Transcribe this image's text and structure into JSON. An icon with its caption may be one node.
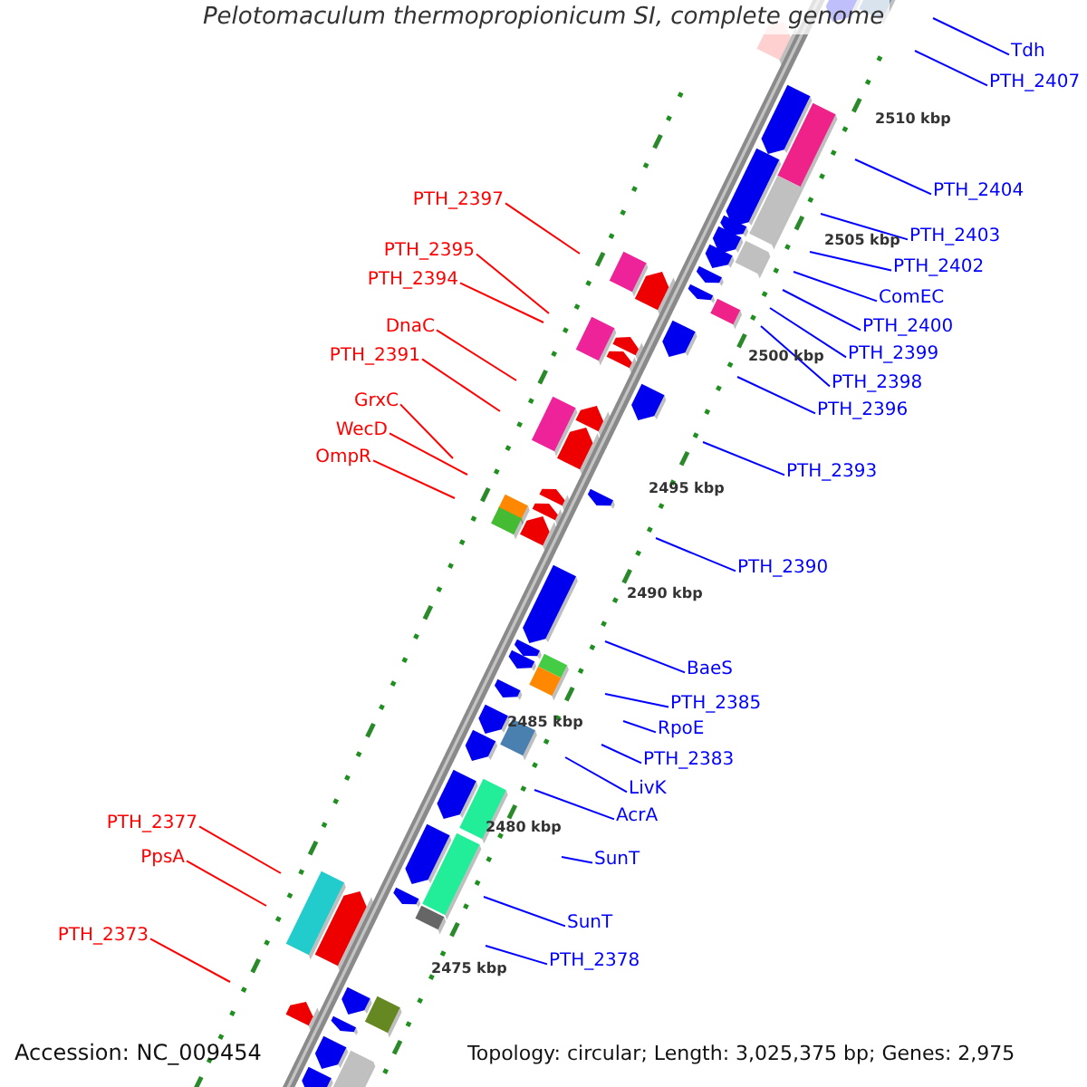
{
  "diagram": {
    "title": "Pelotomaculum thermopropionicum SI, complete genome",
    "nodes": [
      {
        "text": [
          "PTH_2397"
        ]
      },
      {
        "text": [
          "PTH_2395"
        ]
      },
      {
        "text": [
          "PTH_2394"
        ]
      },
      {
        "text": [
          "DnaC"
        ]
      },
      {
        "text": [
          "PTH_2391"
        ]
      },
      {
        "text": [
          "GrxC"
        ]
      },
      {
        "text": [
          "WecD"
        ]
      },
      {
        "text": [
          "OmpR"
        ]
      },
      {
        "text": [
          "PTH_2377"
        ]
      },
      {
        "text": [
          "PpsA"
        ]
      },
      {
        "text": [
          "PTH_2373"
        ]
      },
      {
        "text": [
          "Tdh"
        ]
      },
      {
        "text": [
          "PTH_2407"
        ]
      },
      {
        "text": [
          "PTH_2404"
        ]
      },
      {
        "text": [
          "PTH_2403"
        ]
      },
      {
        "text": [
          "PTH_2402"
        ]
      },
      {
        "text": [
          "ComEC"
        ]
      },
      {
        "text": [
          "PTH_2400"
        ]
      },
      {
        "text": [
          "PTH_2399"
        ]
      },
      {
        "text": [
          "PTH_2398"
        ]
      },
      {
        "text": [
          "PTH_2396"
        ]
      },
      {
        "text": [
          "PTH_2393"
        ]
      },
      {
        "text": [
          "PTH_2390"
        ]
      },
      {
        "text": [
          "BaeS"
        ]
      },
      {
        "text": [
          "PTH_2385"
        ]
      },
      {
        "text": [
          "RpoE"
        ]
      },
      {
        "text": [
          "PTH_2383"
        ]
      },
      {
        "text": [
          "LivK"
        ]
      },
      {
        "text": [
          "AcrA"
        ]
      },
      {
        "text": [
          "SunT"
        ]
      },
      {
        "text": [
          "SunT"
        ]
      },
      {
        "text": [
          "PTH_2378"
        ]
      }
    ],
    "edges": [
      {
        "from": 0,
        "to": null,
        "arrow": "none",
        "color": "#ff0000"
      },
      {
        "from": 1,
        "to": null,
        "arrow": "none",
        "color": "#ff0000"
      },
      {
        "from": 2,
        "to": null,
        "arrow": "none",
        "color": "#ff0000"
      },
      {
        "from": 3,
        "to": null,
        "arrow": "none",
        "color": "#ff0000"
      },
      {
        "from": 4,
        "to": null,
        "arrow": "none",
        "color": "#ff0000"
      },
      {
        "from": 5,
        "to": null,
        "arrow": "none",
        "color": "#ff0000"
      },
      {
        "from": 6,
        "to": null,
        "arrow": "none",
        "color": "#ff0000"
      },
      {
        "from": 7,
        "to": null,
        "arrow": "none",
        "color": "#ff0000"
      },
      {
        "from": 8,
        "to": null,
        "arrow": "none",
        "color": "#ff0000"
      },
      {
        "from": 9,
        "to": null,
        "arrow": "none",
        "color": "#ff0000"
      },
      {
        "from": 10,
        "to": null,
        "arrow": "none",
        "color": "#ff0000"
      },
      {
        "from": 11,
        "to": null,
        "arrow": "none"
      },
      {
        "from": 12,
        "to": null,
        "arrow": "none"
      },
      {
        "from": 13,
        "to": null,
        "arrow": "none"
      },
      {
        "from": 14,
        "to": null,
        "arrow": "none"
      },
      {
        "from": 15,
        "to": null,
        "arrow": "none"
      },
      {
        "from": 16,
        "to": null,
        "arrow": "none"
      },
      {
        "from": 17,
        "to": null,
        "arrow": "none"
      },
      {
        "from": 18,
        "to": null,
        "arrow": "none"
      },
      {
        "from": 19,
        "to": null,
        "arrow": "none"
      },
      {
        "from": 20,
        "to": null,
        "arrow": "none"
      },
      {
        "from": 21,
        "to": null,
        "arrow": "none"
      },
      {
        "from": 22,
        "to": null,
        "arrow": "none"
      },
      {
        "from": 23,
        "to": null,
        "arrow": "none"
      },
      {
        "from": 24,
        "to": null,
        "arrow": "none"
      },
      {
        "from": 25,
        "to": null,
        "arrow": "none"
      },
      {
        "from": 26,
        "to": null,
        "arrow": "none"
      },
      {
        "from": 27,
        "to": null,
        "arrow": "none"
      },
      {
        "from": 28,
        "to": null,
        "arrow": "none"
      },
      {
        "from": 29,
        "to": null,
        "arrow": "none"
      },
      {
        "from": 30,
        "to": null,
        "arrow": "none"
      },
      {
        "from": 31,
        "to": null,
        "arrow": "none"
      }
    ],
    "labels": [
      "2510 kbp",
      "2505 kbp",
      "2500 kbp",
      "2495 kbp",
      "2490 kbp",
      "2485 kbp",
      "2480 kbp",
      "2475 kbp",
      "Accession: NC_009454",
      "Topology: circular; Length: 3,025,375 bp; Genes: 2,975"
    ]
  }
}
